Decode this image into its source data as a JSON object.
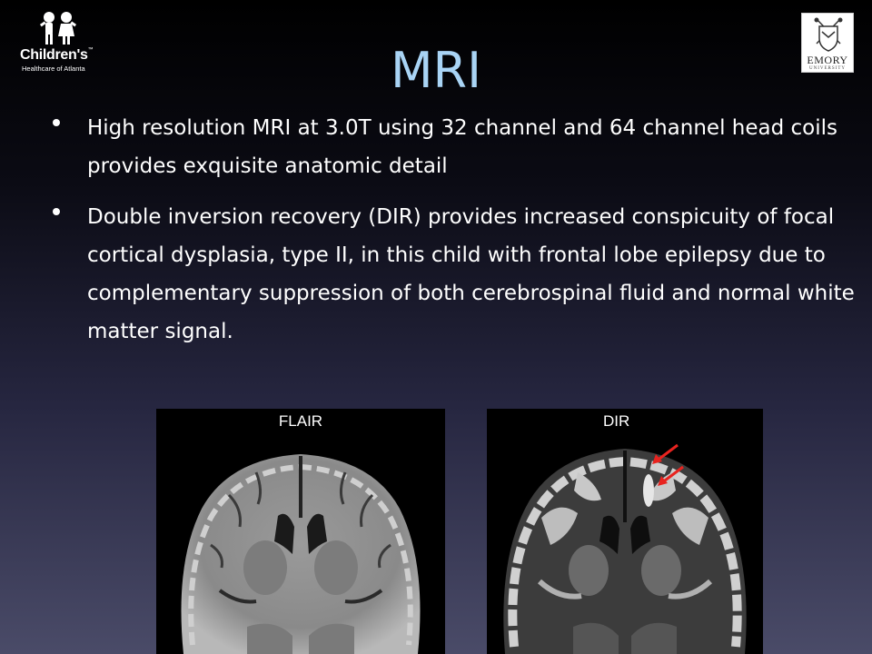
{
  "slide": {
    "title": "MRI",
    "bullets": [
      "High resolution MRI at 3.0T using 32 channel and 64 channel head coils provides exquisite anatomic detail",
      "Double inversion recovery (DIR) provides increased conspicuity of focal cortical dysplasia, type II, in this child with frontal lobe epilepsy due to complementary suppression of both cerebrospinal fluid and normal white matter signal."
    ]
  },
  "logos": {
    "left": {
      "name": "Children's",
      "trademark": "™",
      "sub": "Healthcare of Atlanta"
    },
    "right": {
      "name": "EMORY",
      "sub": "UNIVERSITY"
    }
  },
  "images": [
    {
      "label": "FLAIR"
    },
    {
      "label": "DIR",
      "annotation_icon": "red-arrow-icon",
      "annotation_color": "#e8231f"
    }
  ],
  "colors": {
    "title": "#a9d4f5",
    "text": "#ffffff",
    "arrow": "#e8231f"
  }
}
